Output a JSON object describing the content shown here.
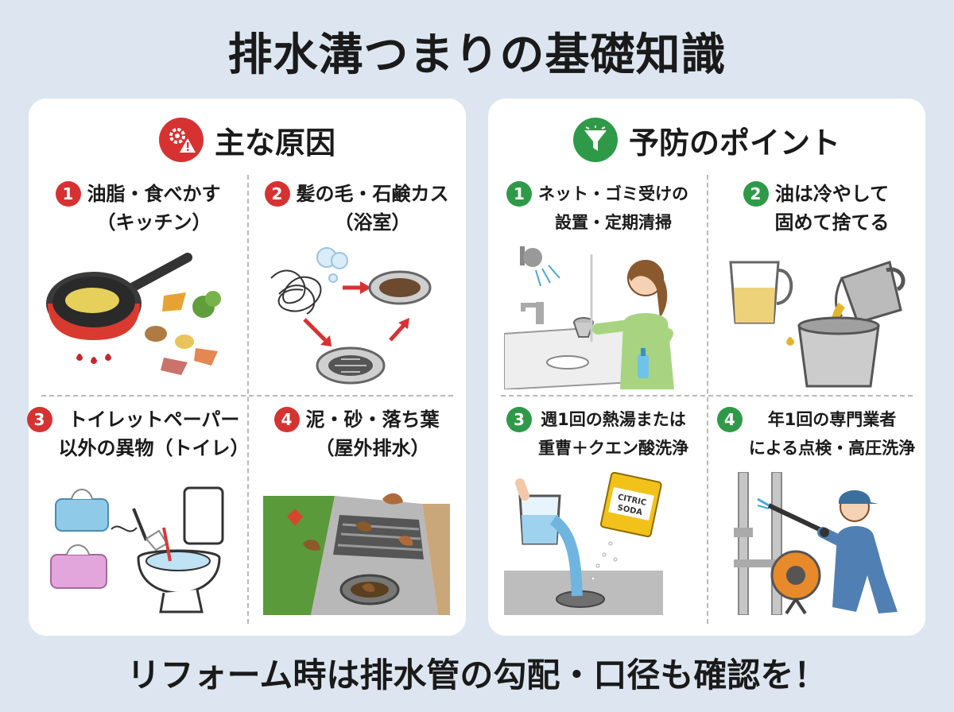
{
  "title": "排水溝つまりの基礎知識",
  "footer": "リフォーム時は排水管の勾配・口径も確認を！",
  "colors": {
    "background": "#dde6f0",
    "causes_accent": "#d63232",
    "prevention_accent": "#2e9a47"
  },
  "causes": {
    "heading": "主な原因",
    "icon": "warning-gears-icon",
    "items": [
      {
        "num": "1",
        "line1": "油脂・食べかす",
        "line2": "（キッチン）",
        "icon": "frying-pan-food-scraps-icon"
      },
      {
        "num": "2",
        "line1": "髪の毛・石鹸カス",
        "line2": "（浴室）",
        "icon": "hair-soap-drain-icon"
      },
      {
        "num": "3",
        "line1": "トイレットペーパー",
        "line2": "以外の異物（トイレ）",
        "icon": "toilet-wipes-icon"
      },
      {
        "num": "4",
        "line1": "泥・砂・落ち葉",
        "line2": "（屋外排水）",
        "icon": "outdoor-gutter-leaves-icon"
      }
    ]
  },
  "prevention": {
    "heading": "予防のポイント",
    "icon": "funnel-icon",
    "items": [
      {
        "num": "1",
        "line1": "ネット・ゴミ受けの",
        "line2": "設置・定期清掃",
        "icon": "woman-cleaning-sink-icon"
      },
      {
        "num": "2",
        "line1": "油は冷やして",
        "line2": "固めて捨てる",
        "icon": "pouring-oil-icon"
      },
      {
        "num": "3",
        "line1": "週1回の熱湯または",
        "line2": "重曹＋クエン酸洗浄",
        "icon": "hot-water-citric-soda-icon",
        "packet_text1": "CITRIC",
        "packet_text2": "SODA"
      },
      {
        "num": "4",
        "line1": "年1回の専門業者",
        "line2": "による点検・高圧洗浄",
        "icon": "technician-pressure-washer-icon"
      }
    ]
  }
}
